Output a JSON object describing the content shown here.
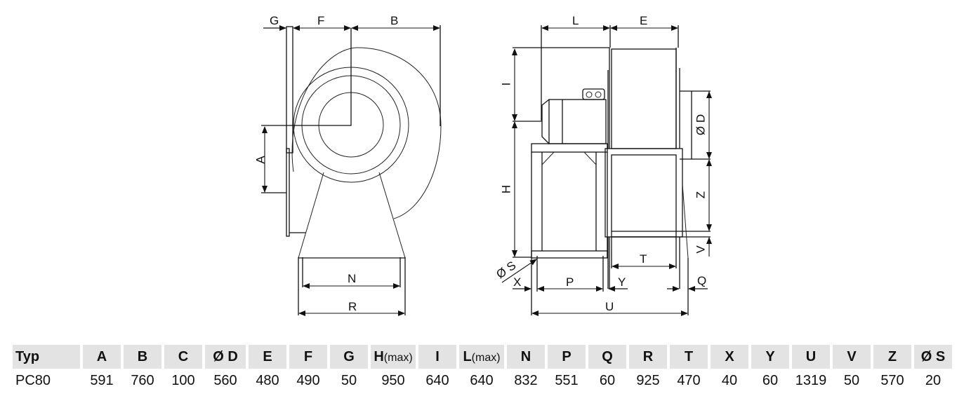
{
  "drawing": {
    "front_view_labels": {
      "G": "G",
      "F": "F",
      "B": "B",
      "A": "A",
      "N": "N",
      "R": "R"
    },
    "side_view_labels": {
      "L": "L",
      "E": "E",
      "I": "I",
      "H": "H",
      "D": "Ø D",
      "Z": "Z",
      "V": "V",
      "T": "T",
      "S": "Ø S",
      "X": "X",
      "P": "P",
      "Y": "Y",
      "Q": "Q",
      "U": "U"
    }
  },
  "table": {
    "headers": [
      {
        "key": "Typ",
        "suffix": ""
      },
      {
        "key": "A",
        "suffix": ""
      },
      {
        "key": "B",
        "suffix": ""
      },
      {
        "key": "C",
        "suffix": ""
      },
      {
        "key": "Ø D",
        "suffix": ""
      },
      {
        "key": "E",
        "suffix": ""
      },
      {
        "key": "F",
        "suffix": ""
      },
      {
        "key": "G",
        "suffix": ""
      },
      {
        "key": "H",
        "suffix": "(max)"
      },
      {
        "key": "I",
        "suffix": ""
      },
      {
        "key": "L",
        "suffix": "(max)"
      },
      {
        "key": "N",
        "suffix": ""
      },
      {
        "key": "P",
        "suffix": ""
      },
      {
        "key": "Q",
        "suffix": ""
      },
      {
        "key": "R",
        "suffix": ""
      },
      {
        "key": "T",
        "suffix": ""
      },
      {
        "key": "X",
        "suffix": ""
      },
      {
        "key": "Y",
        "suffix": ""
      },
      {
        "key": "U",
        "suffix": ""
      },
      {
        "key": "V",
        "suffix": ""
      },
      {
        "key": "Z",
        "suffix": ""
      },
      {
        "key": "Ø S",
        "suffix": ""
      }
    ],
    "rows": [
      [
        "PC80",
        "591",
        "760",
        "100",
        "560",
        "480",
        "490",
        "50",
        "950",
        "640",
        "640",
        "832",
        "551",
        "60",
        "925",
        "470",
        "40",
        "60",
        "1319",
        "50",
        "570",
        "20"
      ]
    ]
  }
}
